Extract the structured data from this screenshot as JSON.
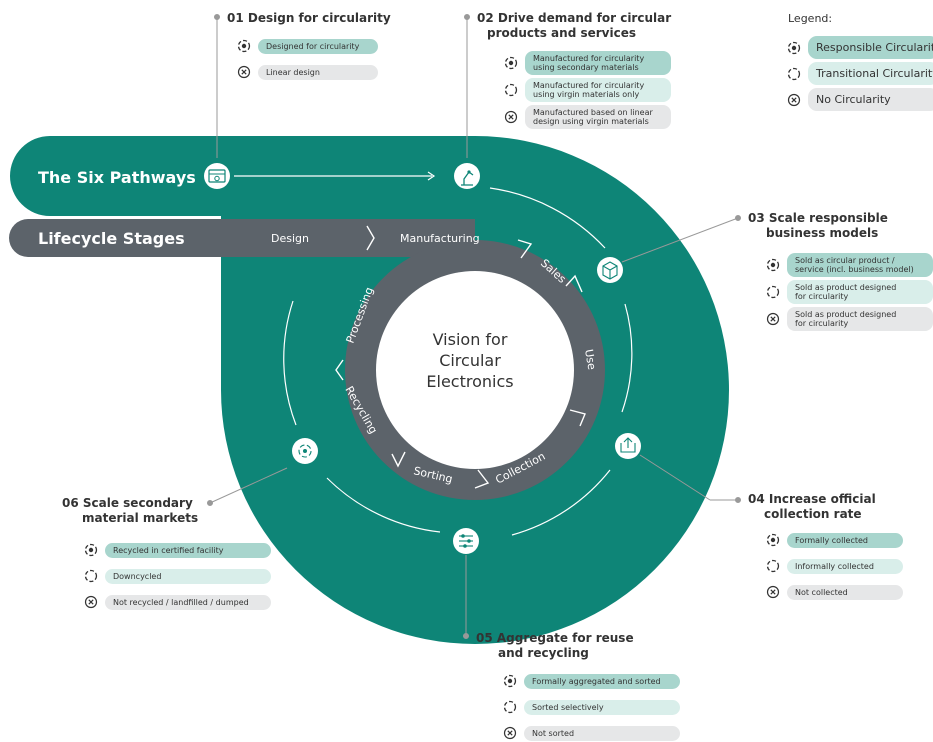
{
  "colors": {
    "teal": "#0e8577",
    "dark": "#5c636a",
    "center": "#ffffff",
    "responsible": "#a8d5cd",
    "transitional": "#d9eeea",
    "none": "#e6e7e8"
  },
  "header": {
    "six_pathways": "The Six Pathways",
    "lifecycle_stages": "Lifecycle Stages"
  },
  "center": {
    "line1": "Vision for",
    "line2": "Circular",
    "line3": "Electronics"
  },
  "stages": [
    "Design",
    "Manufacturing",
    "Sales",
    "Use",
    "Collection",
    "Sorting",
    "Recycling",
    "Processing"
  ],
  "legend": {
    "title": "Legend:",
    "items": [
      {
        "type": "responsible",
        "label": "Responsible Circularity"
      },
      {
        "type": "transitional",
        "label": "Transitional Circularity"
      },
      {
        "type": "none",
        "label": "No Circularity"
      }
    ]
  },
  "pathways": [
    {
      "title": "01 Design for circularity",
      "items": [
        {
          "type": "responsible",
          "label": "Designed for circularity"
        },
        {
          "type": "none",
          "label": "Linear design"
        }
      ]
    },
    {
      "title_line1": "02 Drive demand for circular",
      "title_line2": "products and services",
      "items": [
        {
          "type": "responsible",
          "line1": "Manufactured for circularity",
          "line2": "using secondary materials"
        },
        {
          "type": "transitional",
          "line1": "Manufactured for circularity",
          "line2": "using virgin materials only"
        },
        {
          "type": "none",
          "line1": "Manufactured based on linear",
          "line2": "design using virgin materials"
        }
      ]
    },
    {
      "title_line1": "03 Scale responsible",
      "title_line2": "business models",
      "items": [
        {
          "type": "responsible",
          "line1": "Sold as circular product /",
          "line2": "service (incl. business model)"
        },
        {
          "type": "transitional",
          "line1": "Sold as product designed",
          "line2": "for circularity"
        },
        {
          "type": "none",
          "line1": "Sold as product designed",
          "line2": "for circularity"
        }
      ]
    },
    {
      "title_line1": "04 Increase official",
      "title_line2": "collection rate",
      "items": [
        {
          "type": "responsible",
          "label": "Formally collected"
        },
        {
          "type": "transitional",
          "label": "Informally collected"
        },
        {
          "type": "none",
          "label": "Not collected"
        }
      ]
    },
    {
      "title_line1": "05 Aggregate for reuse",
      "title_line2": "and recycling",
      "items": [
        {
          "type": "responsible",
          "label": "Formally aggregated and sorted"
        },
        {
          "type": "transitional",
          "label": "Sorted selectively"
        },
        {
          "type": "none",
          "label": "Not sorted"
        }
      ]
    },
    {
      "title_line1": "06 Scale secondary",
      "title_line2": "material markets",
      "items": [
        {
          "type": "responsible",
          "label": "Recycled in certified facility"
        },
        {
          "type": "transitional",
          "label": "Downcycled"
        },
        {
          "type": "none",
          "label": "Not recycled / landfilled / dumped"
        }
      ]
    }
  ]
}
